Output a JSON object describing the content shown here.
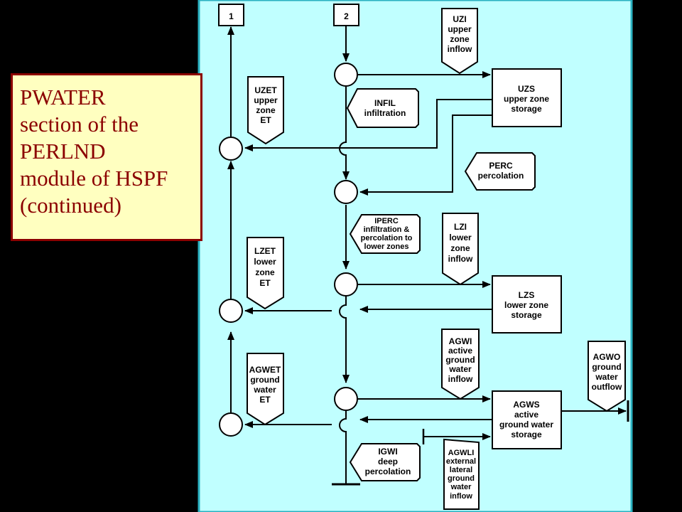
{
  "caption": {
    "lines": [
      "PWATER",
      "section of the",
      "PERLND",
      "module of HSPF",
      "(continued)"
    ]
  },
  "connectors": {
    "c1": "1",
    "c2": "2"
  },
  "storages": {
    "uzs": [
      "UZS",
      "upper zone",
      "storage"
    ],
    "lzs": [
      "LZS",
      "lower zone",
      "storage"
    ],
    "agws": [
      "AGWS",
      "active",
      "ground water",
      "storage"
    ]
  },
  "flows": {
    "uzi": [
      "UZI",
      "upper",
      "zone",
      "inflow"
    ],
    "uzet": [
      "UZET",
      "upper",
      "zone",
      "ET"
    ],
    "infil": [
      "INFIL",
      "infiltration"
    ],
    "perc": [
      "PERC",
      "percolation"
    ],
    "iperc": [
      "IPERC",
      "infiltration &",
      "percolation to",
      "lower zones"
    ],
    "lzi": [
      "LZI",
      "lower",
      "zone",
      "inflow"
    ],
    "lzet": [
      "LZET",
      "lower",
      "zone",
      "ET"
    ],
    "agwi": [
      "AGWI",
      "active",
      "ground",
      "water",
      "inflow"
    ],
    "agwo": [
      "AGWO",
      "ground",
      "water",
      "outflow"
    ],
    "agwet": [
      "AGWET",
      "ground",
      "water",
      "ET"
    ],
    "igwi": [
      "IGWI",
      "deep",
      "percolation"
    ],
    "agwli": [
      "AGWLI",
      "external",
      "lateral",
      "ground",
      "water",
      "inflow"
    ]
  },
  "colors": {
    "panel": "#c0ffff",
    "panel_border": "#2ab0c0",
    "caption_bg": "#ffffc0",
    "caption_border": "#8b0000",
    "caption_text": "#8b0000"
  }
}
